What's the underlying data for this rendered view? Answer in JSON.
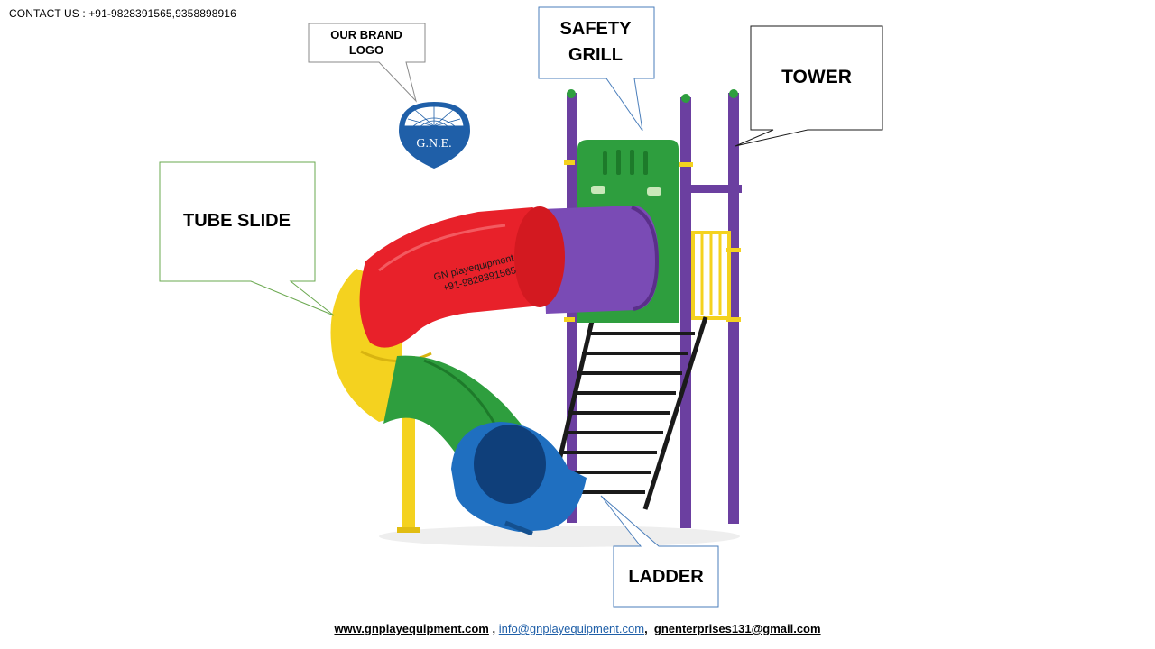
{
  "contact": "CONTACT US : +91-9828391565,9358898916",
  "labels": {
    "logo": "OUR BRAND LOGO",
    "safety": "SAFETY GRILL",
    "tower": "TOWER",
    "tube": "TUBE SLIDE",
    "ladder": "LADDER"
  },
  "logo_text": "G.N.E.",
  "slide_text": {
    "line1": "GN playequipment",
    "line2": "+91-9828391565"
  },
  "footer": {
    "website": "www.gnplayequipment.com",
    "sep1": " , ",
    "email1": "info@gnplayequipment.com",
    "sep2": ",  ",
    "email2": "gnenterprises131@gmail.com"
  },
  "colors": {
    "green_callout": "#6aa84f",
    "blue_callout": "#4a7ebb",
    "purple": "#6b3fa0",
    "green": "#2e9e3e",
    "red": "#e8212a",
    "yellow": "#f4d21f",
    "blue": "#1f6fc0",
    "black": "#1a1a1a"
  }
}
